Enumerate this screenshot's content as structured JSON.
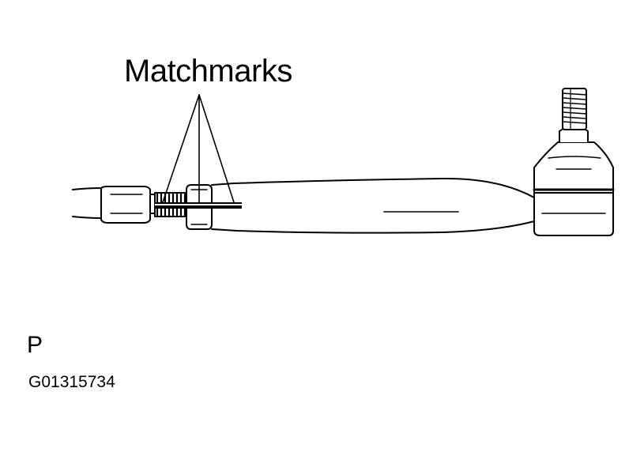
{
  "figure": {
    "callout_label": "Matchmarks",
    "view_letter": "P",
    "figure_id": "G01315734"
  },
  "colors": {
    "ink": "#000000",
    "paper": "#ffffff"
  }
}
